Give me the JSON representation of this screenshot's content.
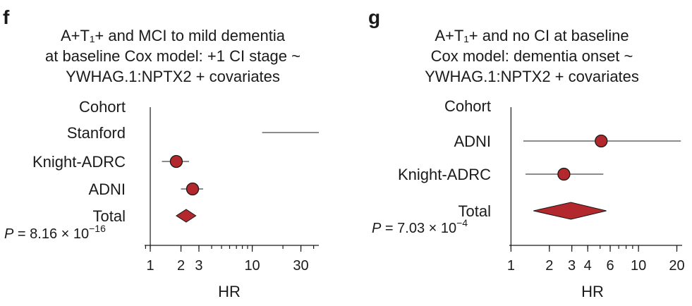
{
  "chart_data": [
    {
      "type": "forest",
      "panel_letter": "f",
      "title": [
        "A+T₁+ and MCI to mild dementia",
        "at baseline Cox model: +1 CI stage ~",
        "YWHAG.1:NPTX2 + covariates"
      ],
      "column_header": "Cohort",
      "xlabel": "HR",
      "xscale": "log",
      "xlim": [
        0.88,
        45
      ],
      "xticks": [
        1,
        2,
        3,
        10,
        30
      ],
      "xtick_labels": [
        "1",
        "2",
        "3",
        "10",
        "30"
      ],
      "reference_line": 1,
      "rows": [
        {
          "label": "Stanford",
          "hr": null,
          "ci_low": 12.5,
          "ci_high": 45,
          "marker": "none"
        },
        {
          "label": "Knight-ADRC",
          "hr": 1.8,
          "ci_low": 1.3,
          "ci_high": 2.4,
          "marker": "circle"
        },
        {
          "label": "ADNI",
          "hr": 2.6,
          "ci_low": 2.0,
          "ci_high": 3.3,
          "marker": "circle"
        },
        {
          "label": "Total",
          "hr": 2.25,
          "ci_low": 1.8,
          "ci_high": 2.8,
          "marker": "diamond"
        }
      ],
      "p_value": {
        "prefix": "P",
        "text": " = 8.16 × 10",
        "exponent": "−16"
      }
    },
    {
      "type": "forest",
      "panel_letter": "g",
      "title": [
        "A+T₁+ and no CI at baseline",
        "Cox model: dementia onset ~",
        "YWHAG.1:NPTX2 + covariates"
      ],
      "column_header": "Cohort",
      "xlabel": "HR",
      "xscale": "log",
      "xlim": [
        0.97,
        22
      ],
      "xticks": [
        1,
        2,
        3,
        4,
        6,
        10,
        20
      ],
      "xtick_labels": [
        "1",
        "2",
        "3",
        "4",
        "6",
        "10",
        "20"
      ],
      "reference_line": 1,
      "rows": [
        {
          "label": "ADNI",
          "hr": 5.1,
          "ci_low": 1.25,
          "ci_high": 21.5,
          "marker": "circle"
        },
        {
          "label": "Knight-ADRC",
          "hr": 2.6,
          "ci_low": 1.3,
          "ci_high": 5.3,
          "marker": "circle"
        },
        {
          "label": "Total",
          "hr": 2.95,
          "ci_low": 1.5,
          "ci_high": 5.6,
          "marker": "diamond"
        }
      ],
      "p_value": {
        "prefix": "P",
        "text": " = 7.03 × 10",
        "exponent": "−4"
      }
    }
  ],
  "colors": {
    "marker_fill": "#b3282d",
    "line": "#1a1a1a"
  }
}
